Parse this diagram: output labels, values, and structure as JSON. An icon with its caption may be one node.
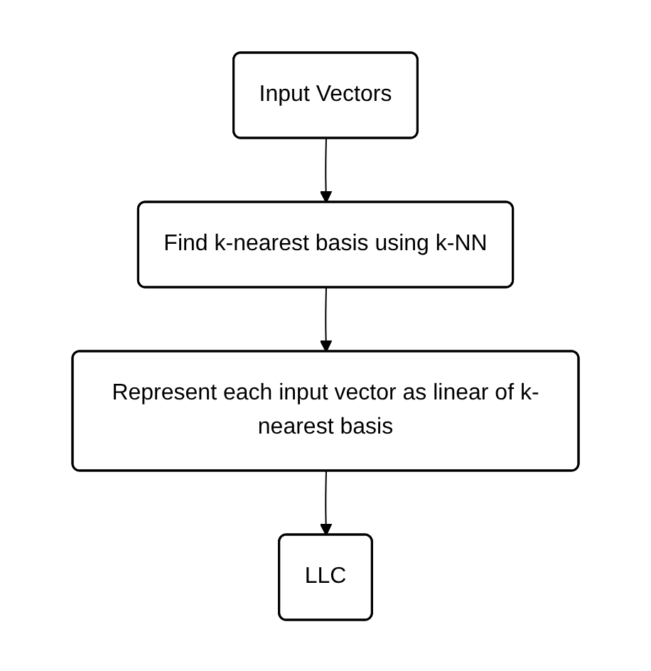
{
  "diagram": {
    "nodes": [
      {
        "text": [
          "Input Vectors"
        ]
      },
      {
        "text": [
          "Find k-nearest basis using k-NN"
        ]
      },
      {
        "text": [
          "Represent each input vector as linear of k-nearest basis"
        ]
      },
      {
        "text": [
          "LLC"
        ]
      }
    ],
    "edges": [
      {
        "from": 0,
        "to": 1,
        "arrow": "to"
      },
      {
        "from": 1,
        "to": 2,
        "arrow": "to"
      },
      {
        "from": 2,
        "to": 3,
        "arrow": "to"
      }
    ]
  }
}
